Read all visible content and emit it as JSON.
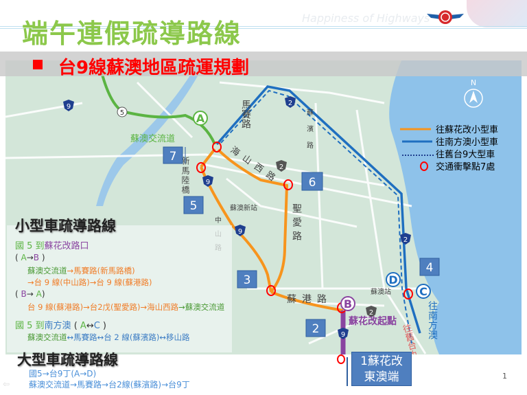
{
  "header": {
    "title": "端午連假疏導路線",
    "tagline": "Happiness of Highways",
    "subtitle": "台9線蘇澳地區疏運規劃"
  },
  "legend": {
    "items": [
      {
        "label": "往蘇花改小型車",
        "color": "#f7941d",
        "style": "solid"
      },
      {
        "label": "往南方澳小型車",
        "color": "#1f6fc0",
        "style": "solid"
      },
      {
        "label": "往舊台9大型車",
        "color": "#1f3f8f",
        "style": "dotted"
      },
      {
        "label": "交通衝擊點7處",
        "color": "#ff0000",
        "style": "circle"
      }
    ],
    "north": "N"
  },
  "map": {
    "points": {
      "a": "A",
      "b": "B",
      "c": "C",
      "d": "D"
    },
    "boxes": {
      "b1": "1蘇花改\n東澳端",
      "b2": "2",
      "b3": "3",
      "b4": "4",
      "b5": "5",
      "b6": "6",
      "b7": "7"
    },
    "labels": {
      "interchange": "蘇澳交流道",
      "masai": "馬賽路",
      "haishan": "海山西路",
      "xinma": "新馬陸橋",
      "shengai": "聖愛路",
      "zhongshan": "中山路",
      "sugang": "蘇港路",
      "subin": "蘇濱路",
      "new_station": "蘇澳新站",
      "station": "蘇澳站",
      "start": "蘇花改起點",
      "nanfangao": "往南方澳",
      "old9": "往舊台九"
    },
    "shields": [
      "5",
      "9",
      "2"
    ]
  },
  "small": {
    "heading": "小型車疏導路線",
    "r1_title_a": "國 5 到",
    "r1_title_b": "蘇花改路口",
    "ab_a": "( ",
    "ab_b": "A",
    "ab_c": "→",
    "ab_d": "B",
    " ab_e": " )",
    "ab_l1a": "蘇澳交流道",
    "ab_l1b": "→馬賽路(新馬路橋)",
    "ab_l2": "→台 9 線(中山路)→台 9 線(蘇港路)",
    "ba_b": "B",
    "ba_c": "→ ",
    "ba_d": "A",
    "ba_l1a": "台 9 線(蘇港路)→台2戊(聖愛路)→海山西路",
    "ba_l1b": "→蘇澳交流道",
    "r2_a": "國 5 到",
    "r2_b": "南方澳",
    "r2_c": "A",
    "r2_d": "↔",
    "r2_e": "C",
    "r2_l1a": "蘇澳交流道",
    "r2_l1b": "↔馬賽路↔台 2 線(蘇濱路)↔移山路"
  },
  "large": {
    "heading": "大型車疏導路線",
    "l1": "國5→台9丁(A→D)",
    "l2": "蘇澳交流道→馬賽路→台2線(蘇濱路)→台9丁"
  },
  "page_number": "1"
}
